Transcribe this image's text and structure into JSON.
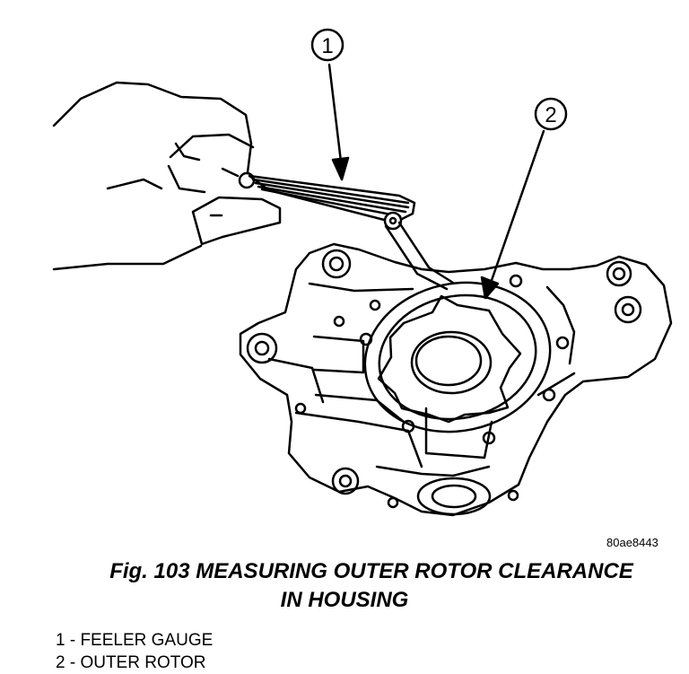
{
  "figure": {
    "image_code": "80ae8443",
    "caption_line1": "Fig. 103 MEASURING OUTER ROTOR CLEARANCE",
    "caption_line2": "IN HOUSING"
  },
  "callouts": [
    "1",
    "2"
  ],
  "legend": [
    {
      "text": "1 - FEELER GAUGE"
    },
    {
      "text": "2 - OUTER ROTOR"
    }
  ]
}
